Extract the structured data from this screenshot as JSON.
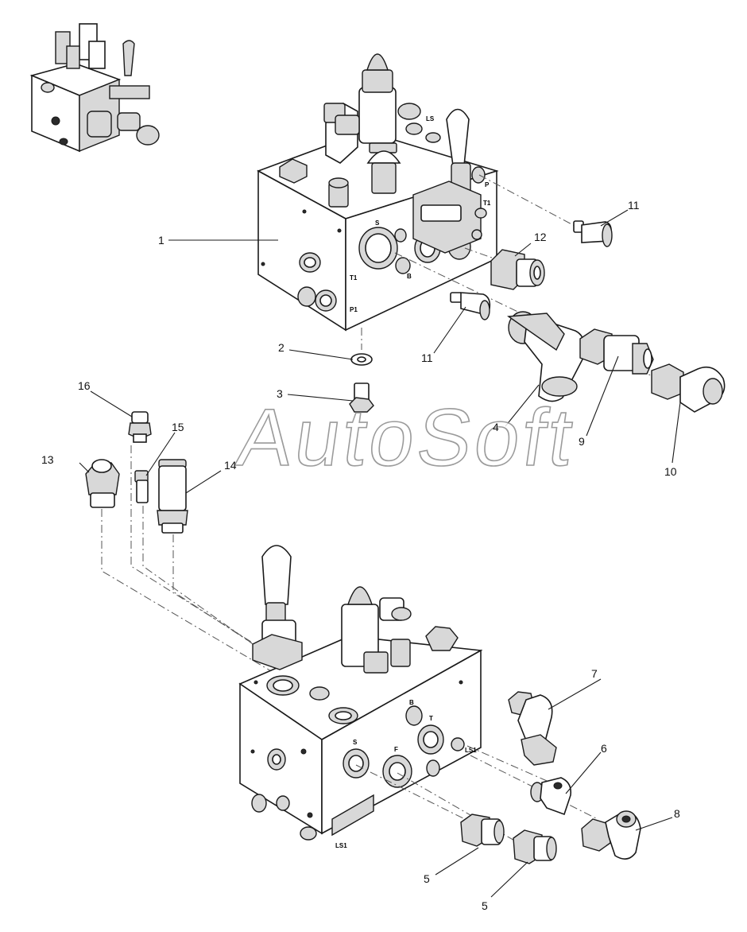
{
  "watermark": "AutoSoft",
  "callouts": {
    "c1": "1",
    "c2": "2",
    "c3": "3",
    "c4": "4",
    "c5a": "5",
    "c5b": "5",
    "c6": "6",
    "c7": "7",
    "c8": "8",
    "c9": "9",
    "c10": "10",
    "c11a": "11",
    "c11b": "11",
    "c12": "12",
    "c13": "13",
    "c14": "14",
    "c15": "15",
    "c16": "16"
  },
  "port_marks": {
    "upper": [
      "LS",
      "P",
      "T1",
      "S",
      "T1",
      "P1",
      "B"
    ],
    "lower": [
      "LS1",
      "T",
      "B",
      "F",
      "S"
    ]
  },
  "colors": {
    "line": "#1a1a1a",
    "shade": "#cfcfcf",
    "background": "#ffffff"
  }
}
